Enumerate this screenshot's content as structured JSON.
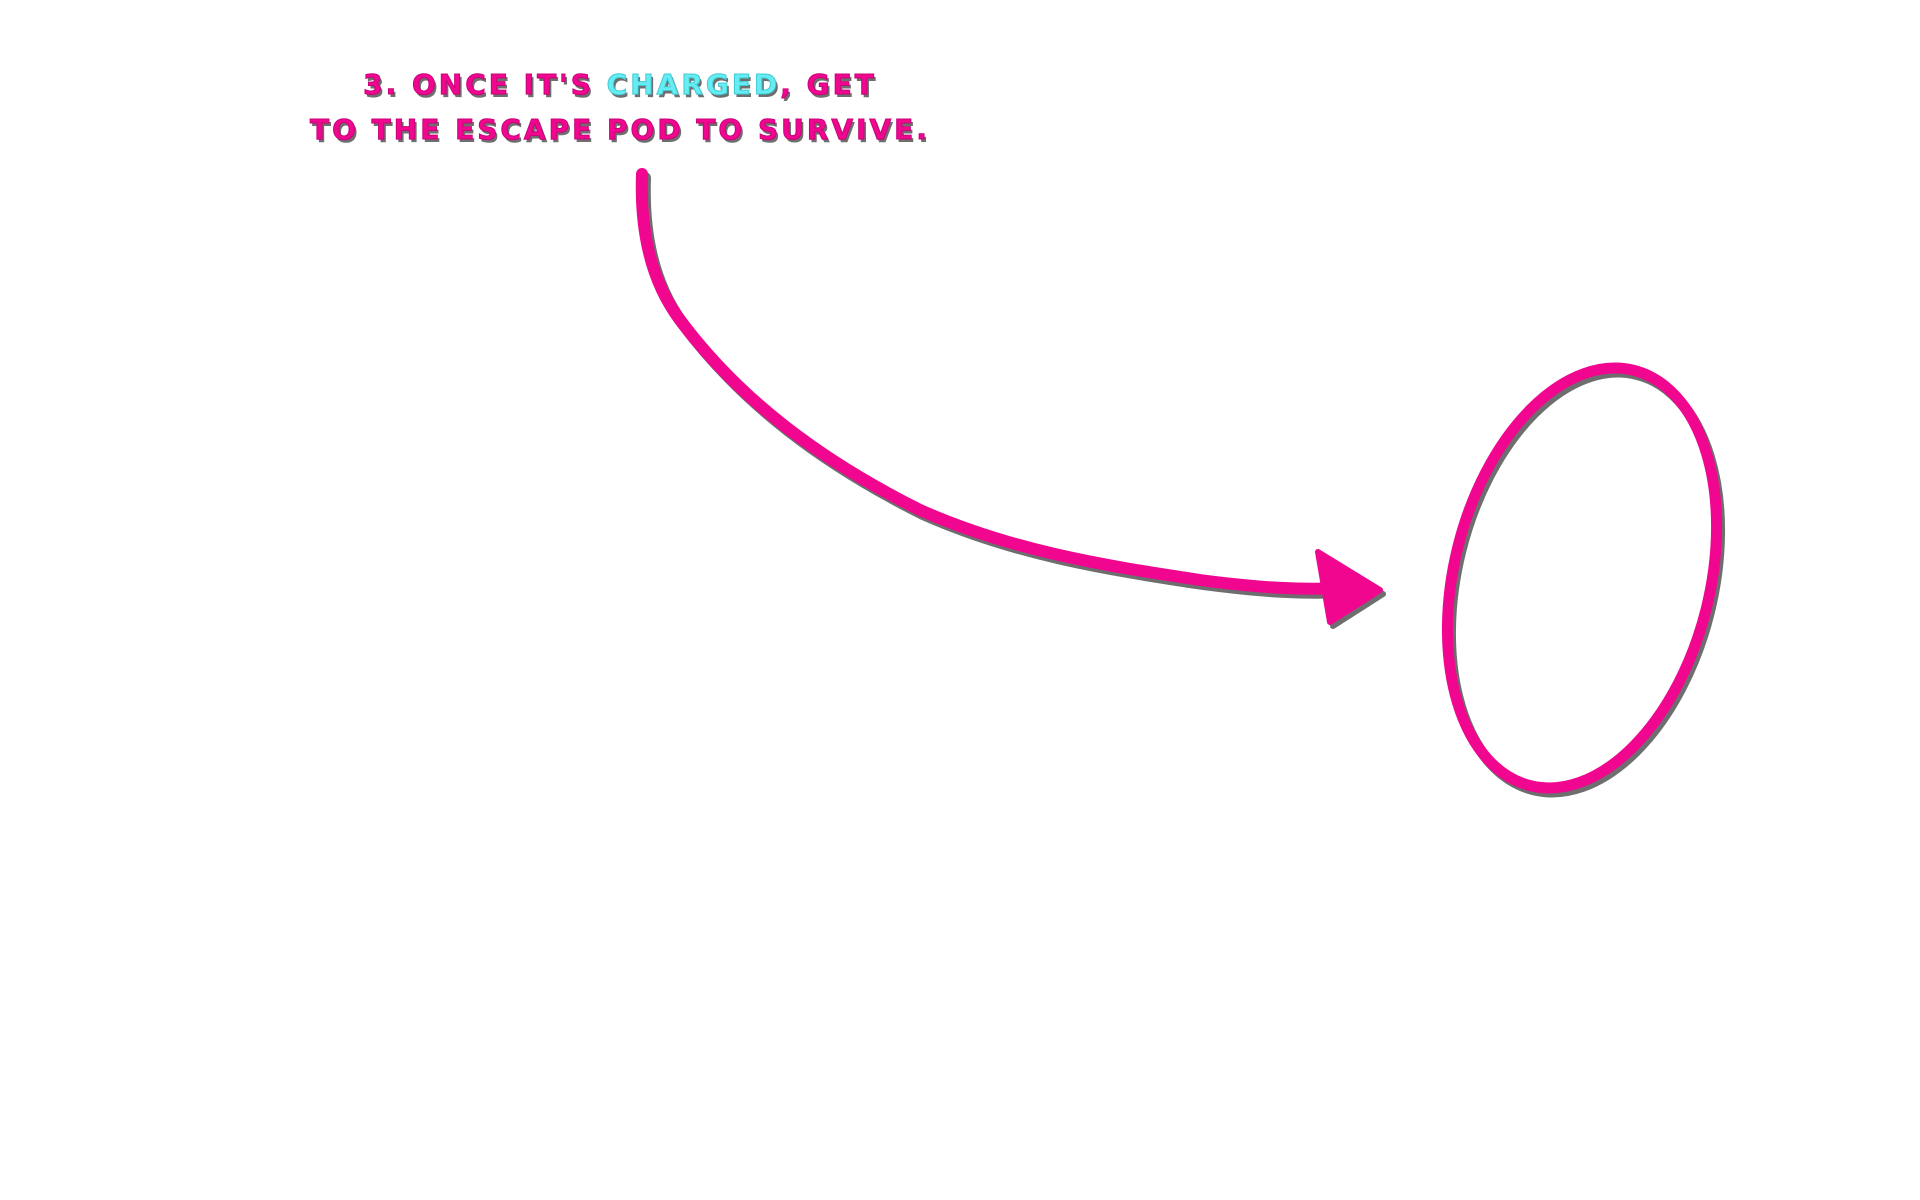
{
  "instruction": {
    "line1_before": "3. ONCE IT'S ",
    "line1_highlight": "CHARGED",
    "line1_after": ", GET",
    "line2": "TO THE ESCAPE POD TO SURVIVE."
  },
  "colors": {
    "accent": "#f0068f",
    "highlight": "#66ecf3",
    "shadow": "#6e6e6e",
    "background": "#ffffff"
  },
  "annotations": {
    "arrow": "curved-arrow-icon",
    "target": "target-circle-icon"
  }
}
